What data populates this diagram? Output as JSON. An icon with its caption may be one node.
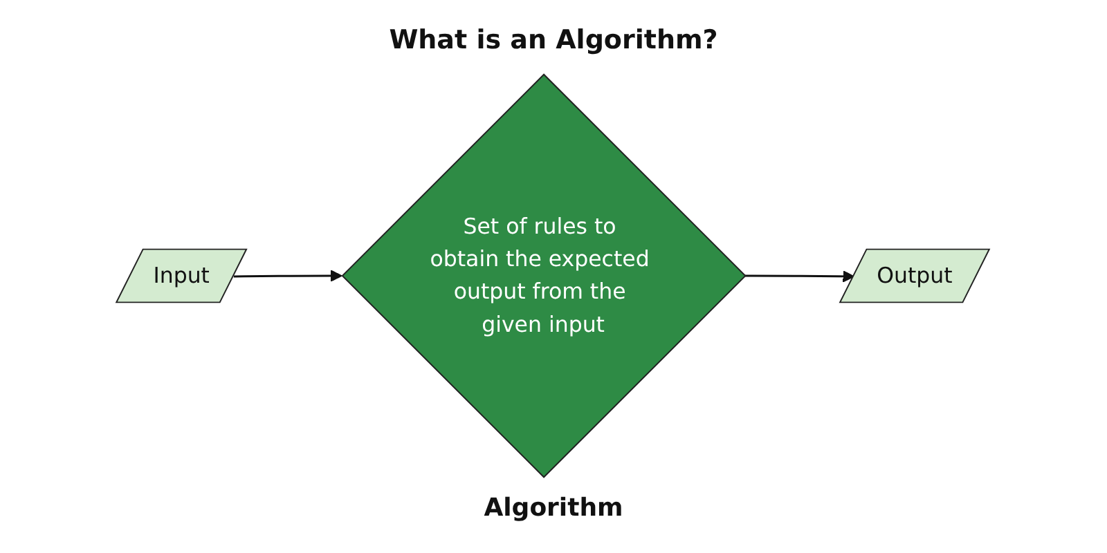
{
  "diagram": {
    "title": "What is an Algorithm?",
    "nodes": [
      {
        "text": [
          "Input"
        ]
      },
      {
        "text": [
          "Set of rules to obtain the expected output from the given input"
        ],
        "beside": [
          "Algorithm"
        ]
      },
      {
        "text": [
          "Output"
        ]
      }
    ],
    "edges": [
      {
        "from": 0,
        "to": 1,
        "arrow": "to"
      },
      {
        "from": 1,
        "to": 2,
        "arrow": "to"
      }
    ]
  }
}
